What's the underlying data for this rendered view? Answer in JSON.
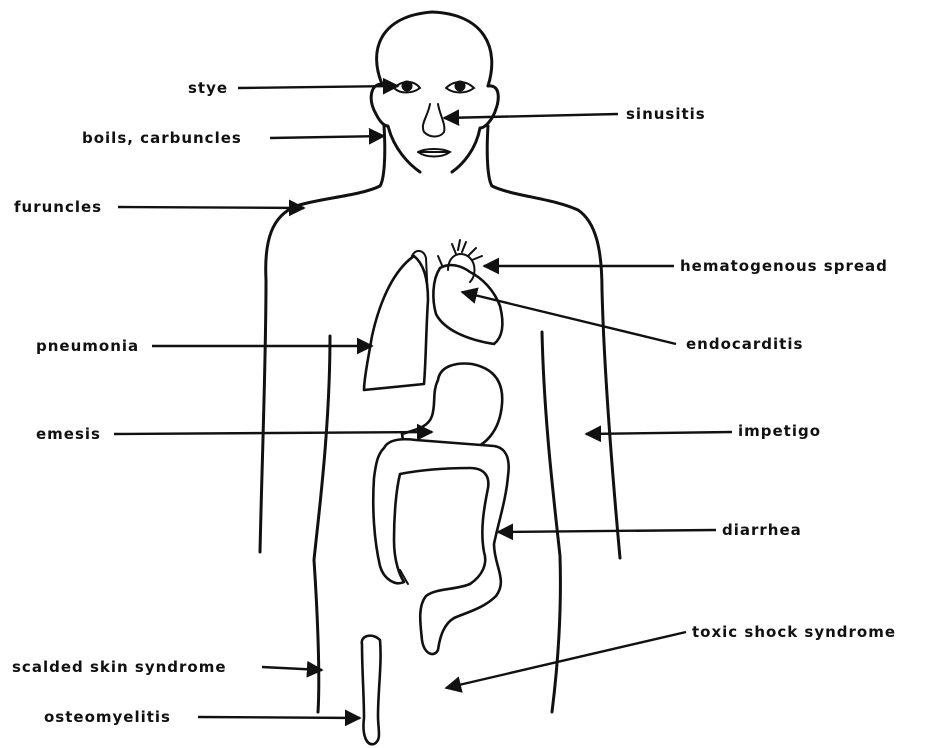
{
  "labels": {
    "stye": "stye",
    "boils": "boils, carbuncles",
    "furuncles": "furuncles",
    "pneumonia": "pneumonia",
    "emesis": "emesis",
    "scalded": "scalded skin syndrome",
    "osteomyelitis": "osteomyelitis",
    "sinusitis": "sinusitis",
    "hematogenous": "hematogenous spread",
    "endocarditis": "endocarditis",
    "impetigo": "impetigo",
    "diarrhea": "diarrhea",
    "toxic": "toxic shock syndrome"
  },
  "colors": {
    "ink": "#111111",
    "background": "#ffffff"
  }
}
